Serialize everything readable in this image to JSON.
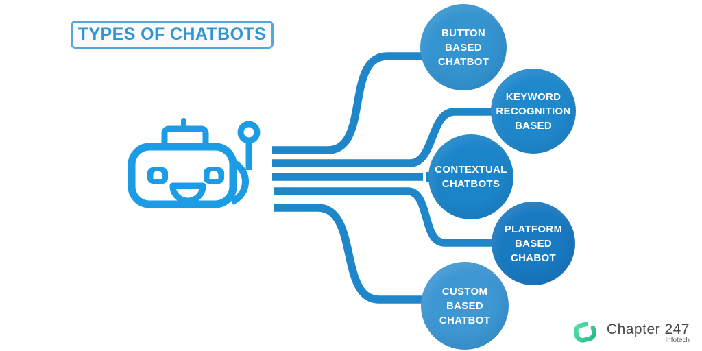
{
  "title": "TYPES OF CHATBOTS",
  "diagram": {
    "robot_color": "#1c9ce4",
    "connector_color": "#1e86c9",
    "nodes": [
      {
        "label": "BUTTON BASED CHATBOT",
        "lines": [
          "BUTTON",
          "BASED",
          "CHATBOT"
        ],
        "color": "#3494d0"
      },
      {
        "label": "KEYWORD RECOGNITION BASED",
        "lines": [
          "KEYWORD",
          "RECOGNITION",
          "BASED"
        ],
        "color": "#1f88cb"
      },
      {
        "label": "CONTEXTUAL CHATBOTS",
        "lines": [
          "CONTEXTUAL",
          "CHATBOTS"
        ],
        "color": "#1c85c9"
      },
      {
        "label": "PLATFORM BASED CHABOT",
        "lines": [
          "PLATFORM",
          "BASED",
          "CHABOT"
        ],
        "color": "#1979c1"
      },
      {
        "label": "CUSTOM BASED CHATBOT",
        "lines": [
          "CUSTOM",
          "BASED",
          "CHATBOT"
        ],
        "color": "#3d97d3"
      }
    ]
  },
  "branding": {
    "name": "Chapter 247",
    "sub": "Infotech",
    "accent_start": "#4fe0a5",
    "accent_end": "#2bb889"
  }
}
